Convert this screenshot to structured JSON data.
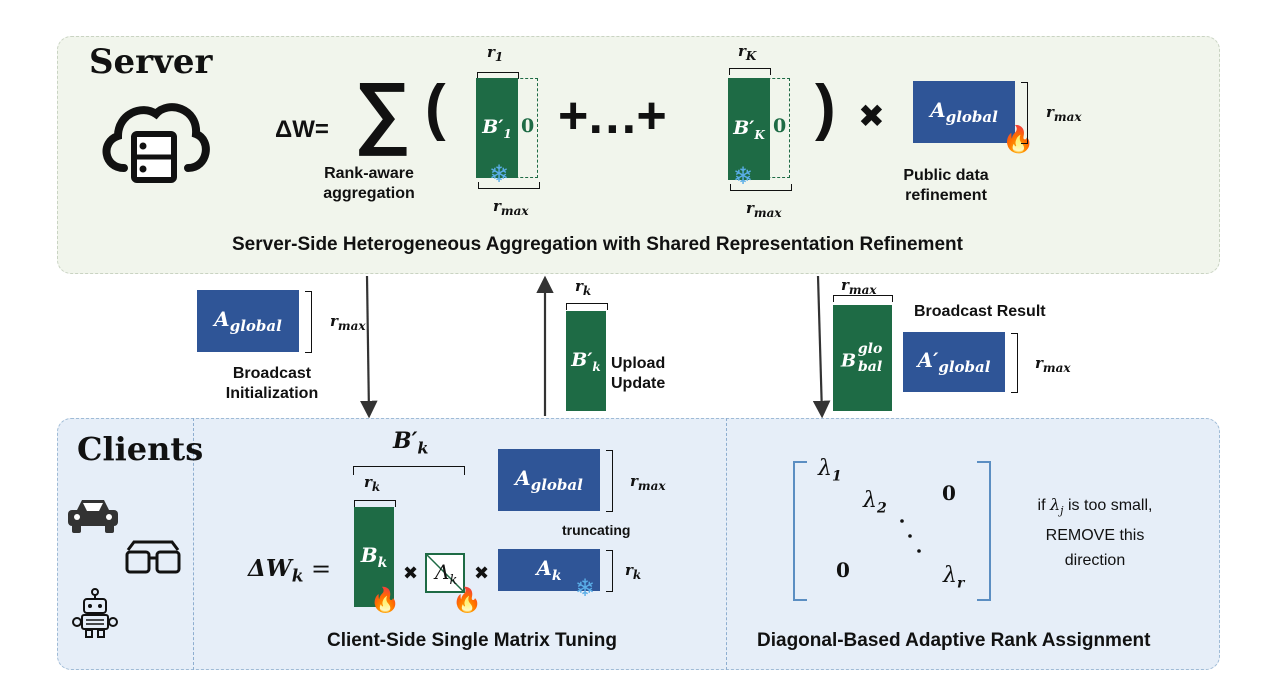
{
  "server": {
    "title": "Server",
    "delta_w": "ΔW=",
    "sum": "∑",
    "open_paren": "(",
    "close_paren": ")",
    "plus_dots": "+…+",
    "times": "✖",
    "rank_aware": "Rank-aware aggregation",
    "public_refine": "Public data refinement",
    "caption": "Server-Side Heterogeneous Aggregation with Shared Representation Refinement",
    "b1": "B′",
    "b1_sub": "1",
    "bk": "B′",
    "bk_sub": "K",
    "zero": "0",
    "r1": "r",
    "r1_sub": "1",
    "rK": "r",
    "rK_sub": "K",
    "rmax": "r",
    "rmax_sub": "max",
    "a_global": "A",
    "a_global_sub": "global"
  },
  "middle": {
    "broadcast_init": "Broadcast Initialization",
    "upload_update": "Upload Update",
    "broadcast_result": "Broadcast Result",
    "bk_upload": "B′",
    "bk_upload_sub": "k",
    "rk": "r",
    "rk_sub": "k",
    "b_global": "B",
    "b_global_sub": "glo bal",
    "a_global_prime": "A′",
    "a_global_prime_sub": "global"
  },
  "clients": {
    "title": "Clients",
    "delta_wk": "ΔW",
    "delta_wk_sub": "k",
    "equals": "=",
    "bk_prime": "B′",
    "bk_prime_sub": "k",
    "bk": "B",
    "bk_sub": "k",
    "lambda_k": "Λ",
    "lambda_k_sub": "k",
    "ak": "A",
    "ak_sub": "k",
    "truncating": "truncating",
    "caption_left": "Client-Side Single Matrix Tuning",
    "caption_right": "Diagonal-Based Adaptive Rank Assignment"
  },
  "matrix": {
    "l1": "λ",
    "l1_sub": "1",
    "l2": "λ",
    "l2_sub": "2",
    "lr": "λ",
    "lr_sub": "r",
    "zero_top": "0",
    "zero_bottom": "0",
    "note_prefix": "if",
    "note_lambda": "λ",
    "note_lambda_sub": "j",
    "note_line1_rest": "is too small,",
    "note_line2": "REMOVE this",
    "note_line3": "direction"
  },
  "colors": {
    "blue": "#2f5597",
    "green": "#1e6b45",
    "server_bg": "#f1f5ec",
    "client_bg": "#e6eef8"
  },
  "icons": [
    "cloud-server-icon",
    "snowflake-icon",
    "fire-icon",
    "car-icon",
    "glasses-icon",
    "robot-icon"
  ]
}
